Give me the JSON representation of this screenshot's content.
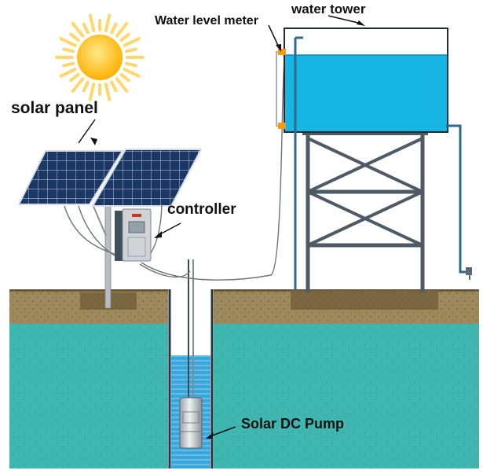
{
  "labels": {
    "water_tower": "water tower",
    "water_level_meter": "Water level meter",
    "solar_panel": "solar panel",
    "controller": "controller",
    "solar_dc_pump": "Solar DC Pump"
  },
  "colors": {
    "groundwater": "#3fb6b0",
    "soil": "#9c8a5c",
    "tank_water": "#16b5e3",
    "tower_frame": "#4e5a64",
    "panel_cell": "#1a3766",
    "sun_core": "#ffc21e",
    "sun_rays": "#ffd76a",
    "pipe": "#2d6a8c"
  }
}
